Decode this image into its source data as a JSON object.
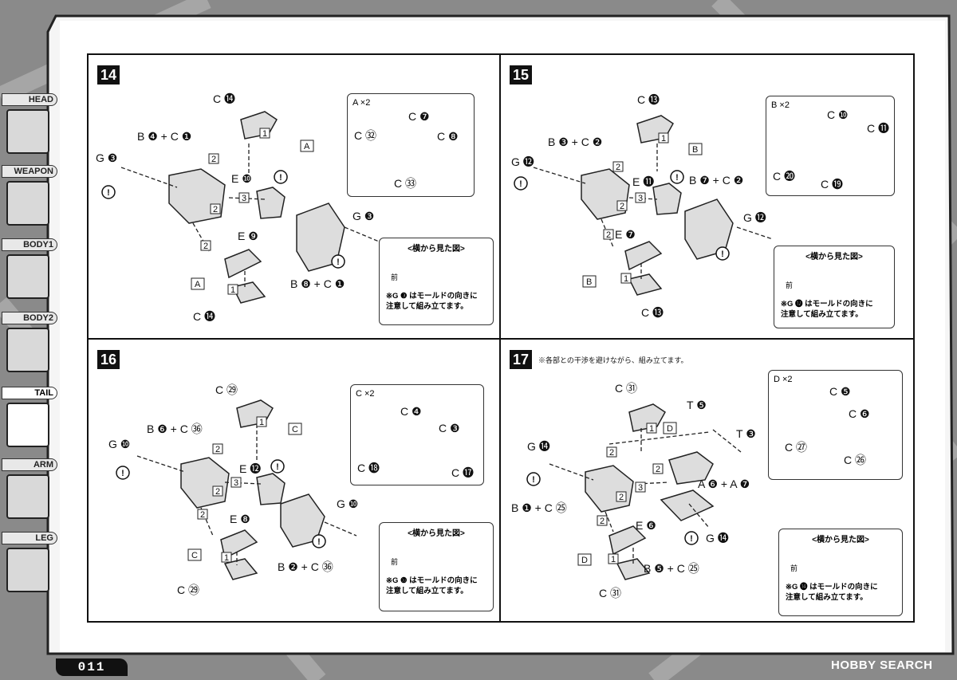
{
  "sidebar": {
    "tabs": [
      {
        "label": "HEAD",
        "active": false
      },
      {
        "label": "WEAPON",
        "active": false
      },
      {
        "label": "BODY1",
        "active": false
      },
      {
        "label": "BODY2",
        "active": false
      },
      {
        "label": "TAIL",
        "active": true
      },
      {
        "label": "ARM",
        "active": false
      },
      {
        "label": "LEG",
        "active": false
      }
    ]
  },
  "page_number": "011",
  "logo": "HOBBY SEARCH",
  "steps": {
    "s14": {
      "number": "14",
      "labels": [
        "C ⓮",
        "B ❹ + C ❶",
        "G ❸",
        "E ❿",
        "E ❾",
        "G ❸",
        "B ❽ + C ❶",
        "C ⓮"
      ],
      "subassembly": {
        "title": "A ×2",
        "labels": [
          "C ❼",
          "C ㉜",
          "C ❽",
          "C ㉝"
        ]
      },
      "side_view": {
        "title": "<横から見た図>",
        "front": "前",
        "note_line1": "※G ❸ はモールドの向きに",
        "note_line2": "注意して組み立てます。"
      }
    },
    "s15": {
      "number": "15",
      "labels": [
        "C ⓭",
        "B ❸ + C ❷",
        "G ⓬",
        "E ⓫",
        "B ❼ + C ❷",
        "G ⓬",
        "E ❼",
        "C ⓭"
      ],
      "subassembly": {
        "title": "B ×2",
        "labels": [
          "C ❿",
          "C ⓫",
          "C ⓴",
          "C ⓳"
        ]
      },
      "side_view": {
        "title": "<横から見た図>",
        "front": "前",
        "note_line1": "※G ⓬ はモールドの向きに",
        "note_line2": "注意して組み立てます。"
      }
    },
    "s16": {
      "number": "16",
      "labels": [
        "C ㉙",
        "B ❻ + C ㊱",
        "G ❿",
        "E ⓬",
        "G ❿",
        "E ❽",
        "B ❷ + C ㊱",
        "C ㉙"
      ],
      "subassembly": {
        "title": "C ×2",
        "labels": [
          "C ❹",
          "C ❸",
          "C ⓲",
          "C ⓱"
        ]
      },
      "side_view": {
        "title": "<横から見た図>",
        "front": "前",
        "note_line1": "※G ❿ はモールドの向きに",
        "note_line2": "注意して組み立てます。"
      }
    },
    "s17": {
      "number": "17",
      "note": "※各部との干渉を避けながら、組み立てます。",
      "labels": [
        "C ㉛",
        "T ❺",
        "T ❸",
        "G ⓮",
        "A ❻ + A ❼",
        "B ❶ + C ㉕",
        "E ❻",
        "G ⓮",
        "B ❺ + C ㉕",
        "C ㉛"
      ],
      "subassembly": {
        "title": "D ×2",
        "labels": [
          "C ❺",
          "C ❻",
          "C ㉗",
          "C ㉖"
        ]
      },
      "side_view": {
        "title": "<横から見た図>",
        "front": "前",
        "note_line1": "※G ⓮ はモールドの向きに",
        "note_line2": "注意して組み立てます。"
      }
    }
  }
}
